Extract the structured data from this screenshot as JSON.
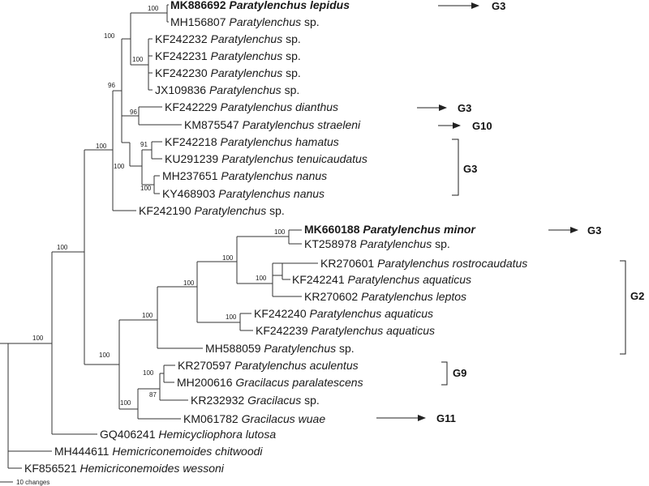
{
  "taxa": [
    {
      "acc": "MK886692",
      "name": "Paratylenchus lepidus",
      "bold": true
    },
    {
      "acc": "MH156807",
      "name": "Paratylenchus",
      "suffix": "sp."
    },
    {
      "acc": "KF242232",
      "name": "Paratylenchus",
      "suffix": "sp."
    },
    {
      "acc": "KF242231",
      "name": "Paratylenchus",
      "suffix": "sp."
    },
    {
      "acc": "KF242230",
      "name": "Paratylenchus",
      "suffix": "sp."
    },
    {
      "acc": "JX109836",
      "name": "Paratylenchus",
      "suffix": "sp."
    },
    {
      "acc": "KF242229",
      "name": "Paratylenchus dianthus"
    },
    {
      "acc": "KM875547",
      "name": "Paratylenchus straeleni"
    },
    {
      "acc": "KF242218",
      "name": "Paratylenchus hamatus"
    },
    {
      "acc": "KU291239",
      "name": "Paratylenchus tenuicaudatus"
    },
    {
      "acc": "MH237651",
      "name": "Paratylenchus nanus"
    },
    {
      "acc": "KY468903",
      "name": "Paratylenchus nanus"
    },
    {
      "acc": "KF242190",
      "name": "Paratylenchus",
      "suffix": "sp."
    },
    {
      "acc": "MK660188",
      "name": "Paratylenchus minor",
      "bold": true
    },
    {
      "acc": "KT258978",
      "name": "Paratylenchus",
      "suffix": "sp."
    },
    {
      "acc": "KR270601",
      "name": "Paratylenchus rostrocaudatus"
    },
    {
      "acc": "KF242241",
      "name": "Paratylenchus aquaticus"
    },
    {
      "acc": "KR270602",
      "name": "Paratylenchus leptos"
    },
    {
      "acc": "KF242240",
      "name": "Paratylenchus aquaticus"
    },
    {
      "acc": "KF242239",
      "name": "Paratylenchus aquaticus"
    },
    {
      "acc": "MH588059",
      "name": "Paratylenchus",
      "suffix": "sp."
    },
    {
      "acc": "KR270597",
      "name": "Paratylenchus aculentus"
    },
    {
      "acc": "MH200616",
      "name": "Gracilacus paralatescens"
    },
    {
      "acc": "KR232932",
      "name": "Gracilacus",
      "suffix": "sp."
    },
    {
      "acc": "KM061782",
      "name": "Gracilacus wuae"
    },
    {
      "acc": "GQ406241",
      "name": "Hemicycliophora lutosa"
    },
    {
      "acc": "MH444611",
      "name": "Hemicriconemoides chitwoodi"
    },
    {
      "acc": "KF856521",
      "name": "Hemicriconemoides wessoni"
    }
  ],
  "support_values": [
    "100",
    "100",
    "100",
    "96",
    "96",
    "91",
    "100",
    "100",
    "100",
    "100",
    "100",
    "100",
    "100",
    "100",
    "100",
    "100",
    "100",
    "87",
    "100"
  ],
  "groups": {
    "g3_lepidus": "G3",
    "g3_dianthus": "G3",
    "g10": "G10",
    "g3_bracket": "G3",
    "g3_minor": "G3",
    "g2": "G2",
    "g9": "G9",
    "g11": "G11"
  },
  "scale_bar_label": "10 changes"
}
